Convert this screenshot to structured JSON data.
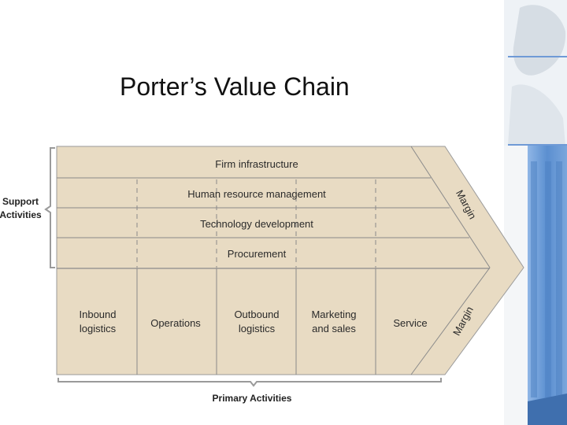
{
  "title": "Porter’s Value Chain",
  "support_label_line1": "Support",
  "support_label_line2": "Activities",
  "support_activities": [
    "Firm infrastructure",
    "Human resource management",
    "Technology development",
    "Procurement"
  ],
  "primary_activities": [
    {
      "line1": "Inbound",
      "line2": "logistics"
    },
    {
      "line1": "Operations",
      "line2": ""
    },
    {
      "line1": "Outbound",
      "line2": "logistics"
    },
    {
      "line1": "Marketing",
      "line2": "and sales"
    },
    {
      "line1": "Service",
      "line2": ""
    }
  ],
  "margin_top_label": "Margin",
  "margin_bottom_label": "Margin",
  "primary_label": "Primary Activities",
  "colors": {
    "fill": "#e8dbc3",
    "line": "#7a7a7a",
    "accent_blue": "#5b8fd0"
  }
}
